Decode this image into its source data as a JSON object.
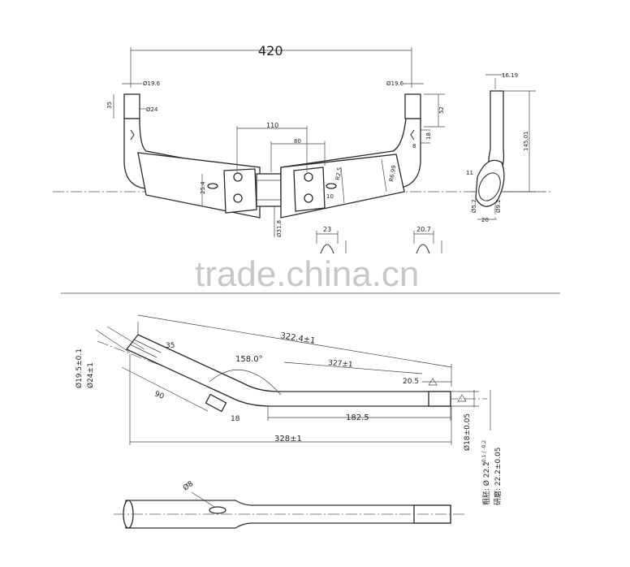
{
  "top_view": {
    "width": "420",
    "grip_dia_left": "Ø19.6",
    "grip_dia_right": "Ø19.6",
    "grip_length": "35",
    "bar_outer_dia": "Ø24",
    "clamp_spacing": "110",
    "inner_span": "80",
    "grip_len_right": "52",
    "small_18": "18",
    "small_8": "8",
    "center_dia": "Ø31.8",
    "clamp_width": "25.4",
    "arc_radius": "R6.99",
    "arc_r2": "R2.5",
    "arc_10": "10",
    "slot_23": "23",
    "slot_20_7": "20.7"
  },
  "side_view": {
    "top_offset": "16.19",
    "height": "145.01",
    "small_11": "11",
    "dia_left": "Ø5.2",
    "dia_right": "Ø9.2",
    "width_20": "20"
  },
  "watermark": "trade.china.cn",
  "bottom_view": {
    "length_322": "322.4±1",
    "length_327": "327±1",
    "angle": "158.0°",
    "dia_19_5": "Ø19.5±0.1",
    "dia_24": "Ø24±1",
    "len_35": "35",
    "len_90": "90",
    "len_18": "18",
    "len_20_5": "20.5",
    "len_182_5": "182.5",
    "len_328": "328±1",
    "dia_18": "Ø18±0.05",
    "rough": "粗胚: Ø 22.2",
    "rough_tol": "+0.1 / -0.2",
    "finish": "研磨: 22.2±0.05",
    "hole_dia": "Ø8"
  }
}
